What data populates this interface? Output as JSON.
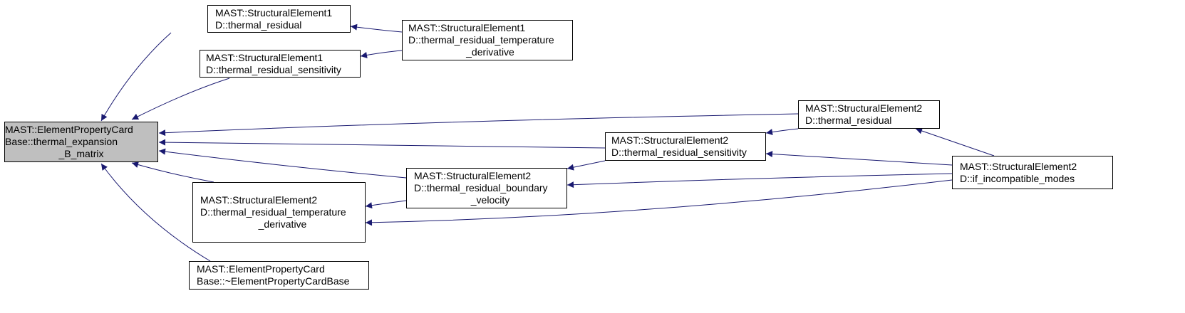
{
  "nodes": {
    "root": {
      "lines": [
        "MAST::ElementPropertyCard",
        "Base::thermal_expansion",
        "_B_matrix"
      ]
    },
    "se1d_thermal_residual": {
      "lines": [
        "MAST::StructuralElement1",
        "D::thermal_residual"
      ]
    },
    "se1d_thermal_residual_sensitivity": {
      "lines": [
        "MAST::StructuralElement1",
        "D::thermal_residual_sensitivity"
      ]
    },
    "se1d_thermal_residual_temperature_derivative": {
      "lines": [
        "MAST::StructuralElement1",
        "D::thermal_residual_temperature",
        "_derivative"
      ]
    },
    "se2d_thermal_residual": {
      "lines": [
        "MAST::StructuralElement2",
        "D::thermal_residual"
      ]
    },
    "se2d_thermal_residual_sensitivity": {
      "lines": [
        "MAST::StructuralElement2",
        "D::thermal_residual_sensitivity"
      ]
    },
    "se2d_thermal_residual_boundary_velocity": {
      "lines": [
        "MAST::StructuralElement2",
        "D::thermal_residual_boundary",
        "_velocity"
      ]
    },
    "se2d_thermal_residual_temperature_derivative": {
      "lines": [
        "MAST::StructuralElement2",
        "D::thermal_residual_temperature",
        "_derivative"
      ]
    },
    "se2d_if_incompatible_modes": {
      "lines": [
        "MAST::StructuralElement2",
        "D::if_incompatible_modes"
      ]
    },
    "epcb_destructor": {
      "lines": [
        "MAST::ElementPropertyCard",
        "Base::~ElementPropertyCardBase"
      ]
    }
  },
  "edges": [
    [
      "se1d_thermal_residual",
      "root"
    ],
    [
      "se1d_thermal_residual_sensitivity",
      "root"
    ],
    [
      "se2d_thermal_residual",
      "root"
    ],
    [
      "se2d_thermal_residual_sensitivity",
      "root"
    ],
    [
      "se2d_thermal_residual_boundary_velocity",
      "root"
    ],
    [
      "se2d_thermal_residual_temperature_derivative",
      "root"
    ],
    [
      "epcb_destructor",
      "root"
    ],
    [
      "se1d_thermal_residual_temperature_derivative",
      "se1d_thermal_residual"
    ],
    [
      "se1d_thermal_residual_temperature_derivative",
      "se1d_thermal_residual_sensitivity"
    ],
    [
      "se2d_thermal_residual_sensitivity",
      "se2d_thermal_residual"
    ],
    [
      "se2d_if_incompatible_modes",
      "se2d_thermal_residual"
    ],
    [
      "se2d_if_incompatible_modes",
      "se2d_thermal_residual_sensitivity"
    ],
    [
      "se2d_thermal_residual_sensitivity",
      "se2d_thermal_residual_boundary_velocity"
    ],
    [
      "se2d_if_incompatible_modes",
      "se2d_thermal_residual_boundary_velocity"
    ],
    [
      "se2d_thermal_residual_boundary_velocity",
      "se2d_thermal_residual_temperature_derivative"
    ],
    [
      "se2d_if_incompatible_modes",
      "se2d_thermal_residual_temperature_derivative"
    ]
  ],
  "colors": {
    "edge": "#191970",
    "root_fill": "#bfbfbf",
    "node_fill": "#ffffff",
    "border": "#000000"
  }
}
